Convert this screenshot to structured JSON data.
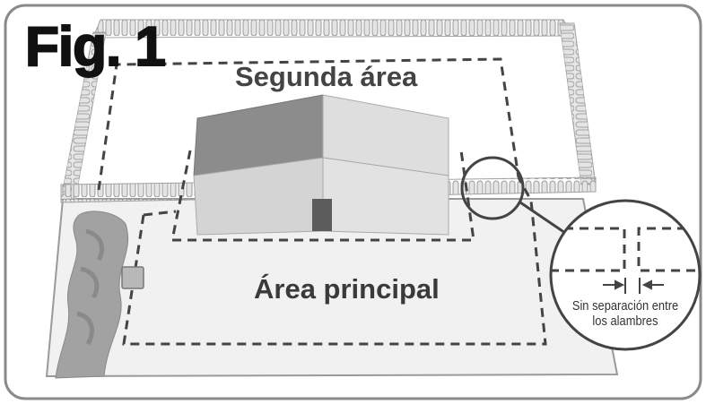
{
  "figure": {
    "title": "Fig. 1",
    "second_area_label": "Segunda área",
    "main_area_label": "Área principal",
    "zoom_caption_line1": "Sin separación entre",
    "zoom_caption_line2": "los alambres"
  },
  "colors": {
    "frame": "#8a8a8a",
    "lawn": "#f1f1f1",
    "fence": "#d9d9d9",
    "roof_dark": "#8a8a8a",
    "roof_light": "#e0e0e0",
    "wall": "#d6d6d6",
    "door": "#5c5c5c",
    "wire": "#444444",
    "hedge": "#9a9a9a"
  }
}
